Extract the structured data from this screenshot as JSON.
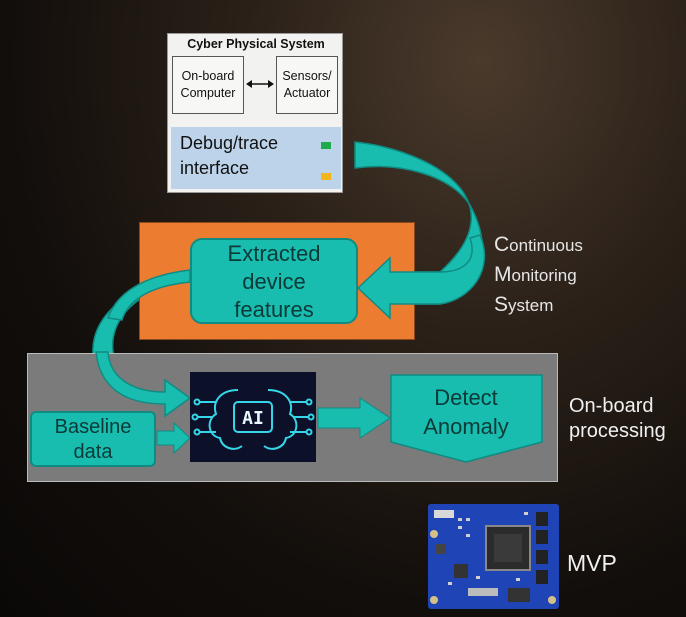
{
  "cps": {
    "title": "Cyber Physical System",
    "onboard_line1": "On-board",
    "onboard_line2": "Computer",
    "sensors_line1": "Sensors/",
    "sensors_line2": "Actuator",
    "debug_line1": "Debug/trace",
    "debug_line2": "interface"
  },
  "features": {
    "line1": "Extracted",
    "line2": "device",
    "line3": "features"
  },
  "cms": {
    "line1_initial": "C",
    "line1_rest": "ontinuous",
    "line2_initial": "M",
    "line2_rest": "onitoring",
    "line3_initial": "S",
    "line3_rest": "ystem"
  },
  "baseline": {
    "line1": "Baseline",
    "line2": "data"
  },
  "ai": {
    "label": "AI"
  },
  "detect": {
    "line1": "Detect",
    "line2": "Anomaly"
  },
  "onboard_processing": {
    "line1": "On-board",
    "line2": "processing"
  },
  "mvp": {
    "label": "MVP"
  },
  "colors": {
    "teal": "#19bdb0",
    "orange": "#ec7c30",
    "debug_blue": "#bcd3ea",
    "indicator_green": "#1faa4b",
    "indicator_yellow": "#f2b51b",
    "gray_panel": "#7b7b7b"
  }
}
